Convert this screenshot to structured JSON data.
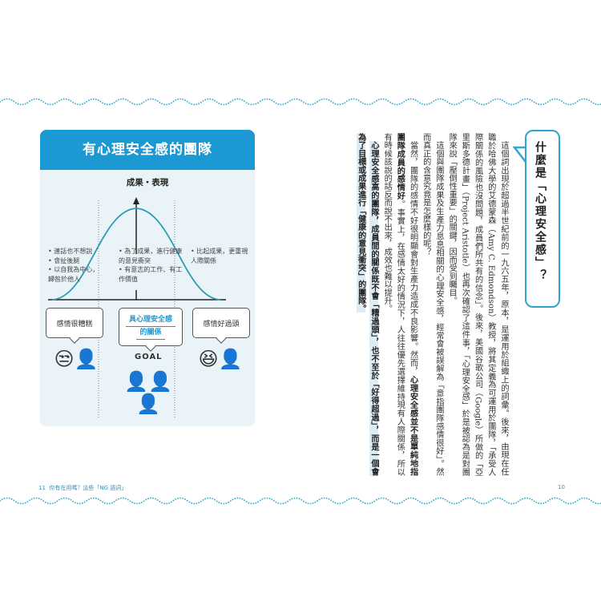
{
  "left_page": {
    "card_title": "有心理安全感的團隊",
    "y_axis_label": "成果・表現",
    "left_bullets": [
      "連話也不想說",
      "會扯後腿",
      "以自我為中心，歸咎於他人"
    ],
    "center_bullets": [
      "為了成果，進行健康的意見衝突",
      "有意志的工作、有工作價值"
    ],
    "right_bullets": [
      "比起成果，更重視人際關係"
    ],
    "bubble_left": "感情很糟糕",
    "bubble_center_1": "具心理安全感",
    "bubble_center_2": "的關係",
    "bubble_right": "感情好過頭",
    "goal_label": "GOAL",
    "footer_page": "11",
    "footer_chapter": "你有在用嗎？這些「NG 語詞」"
  },
  "right_page": {
    "heading": "什麼是「心理安全感」？",
    "p1": "這個詞出現於超過半世紀前的一九六五年，原本，是運用於組織上的詞彙。後來，由現在任職於哈佛大學的艾德蒙森（Amy C. Edmondson）教授，將其定義為可運用於團隊，「承受人際關係的風險也沒問題，成員們所共有的信念」。後來，美國谷歌公司（Google）所做的「亞里斯多德計畫」（Project Aristotle）也再次確認了這件事，「心理安全感」於是被認為是對團隊來說「壓倒性重要」的關鍵，因而受到矚目。",
    "p2": "這個與團隊成果及生產力息息相關的心理安全感，經常會被誤解為「意指團隊感情很好」。然而真正的含意究竟是怎麼樣的呢？",
    "p3a": "當然，團隊的感情不好很明顯會對生產力造成不良影響。然而，",
    "p3b": "心理安全感並不是單純地指團隊成員的感情好",
    "p3c": "。事實上，在感情太好的情況下，人往往優先選擇維持現有人際關係，所以有時候該說的話反而說不出來，成效也難以提升。",
    "p4": "心理安全感高的團隊，成員間的關係既不會「糟過頭」，也不至於「好得超過」，而是一個會為了目標或成果進行「健康的意見衝突」的團隊。",
    "footer_page": "10"
  },
  "colors": {
    "accent": "#1c98d2",
    "card_bg": "#e9f3f8",
    "highlight": "#dcedf7"
  }
}
